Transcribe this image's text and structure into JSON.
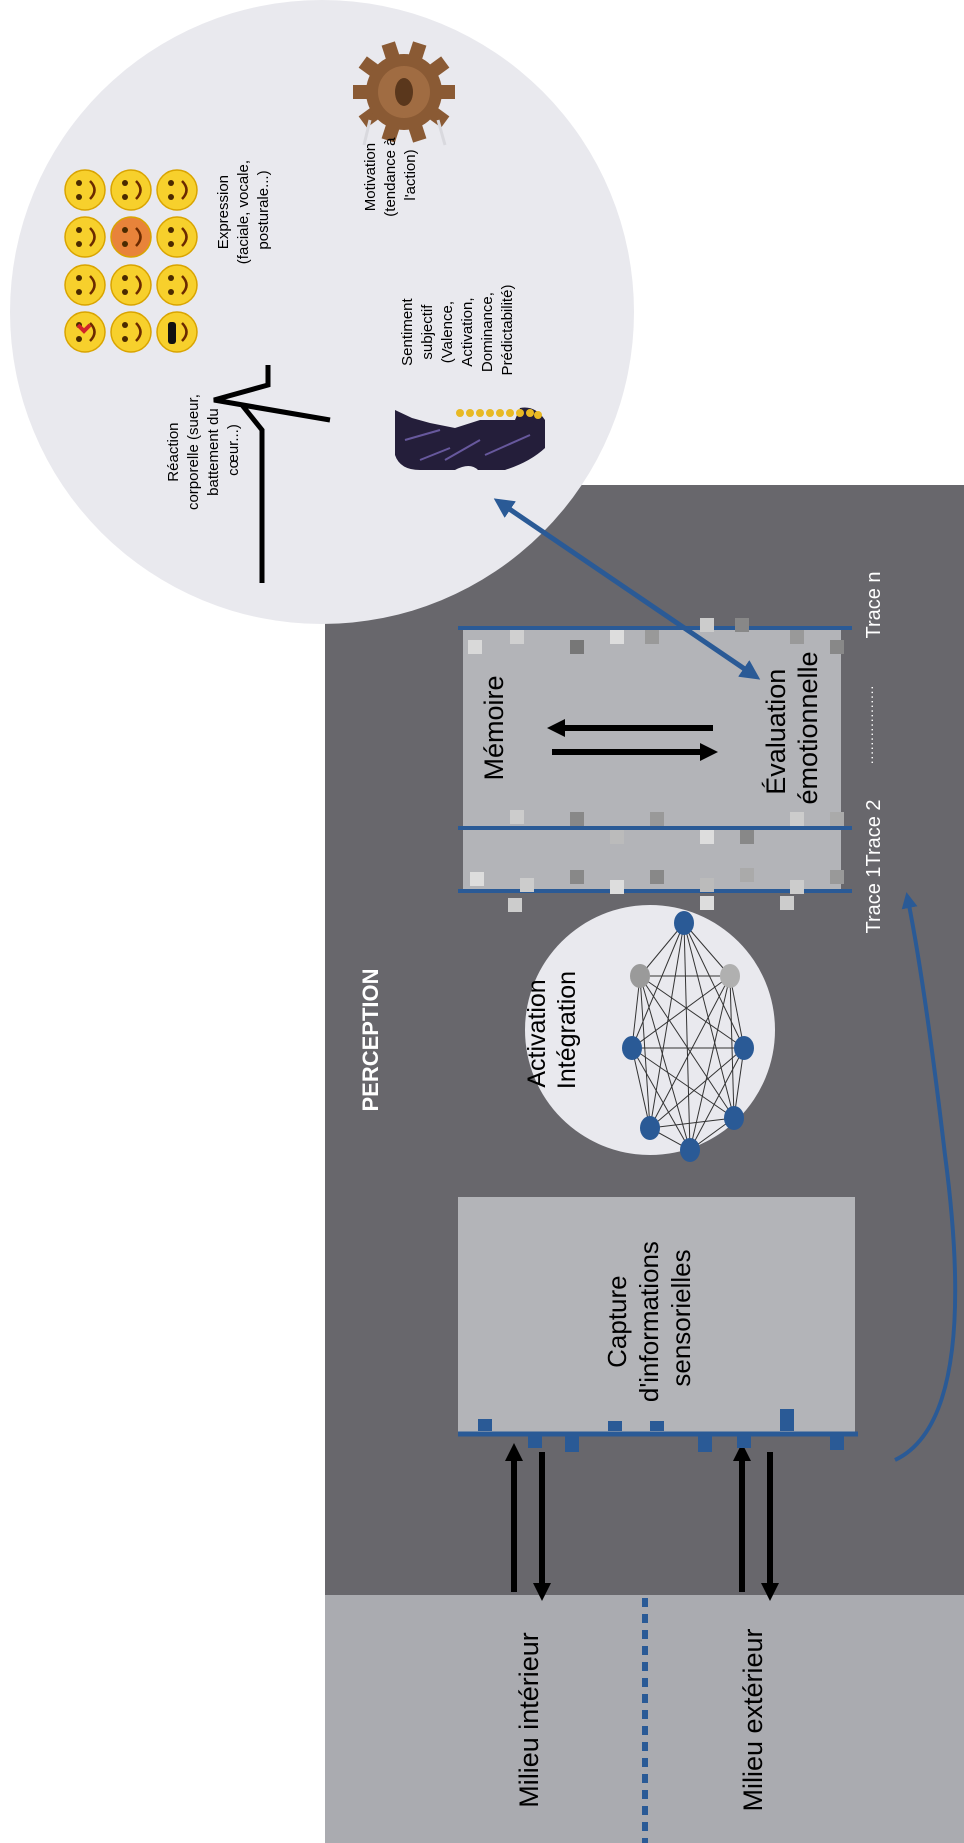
{
  "perception_title": "PERCEPTION",
  "environment": {
    "inner": "Milieu intérieur",
    "outer": "Milieu extérieur"
  },
  "capture_box": {
    "lines": [
      "Capture",
      "d'informations",
      "sensorielles"
    ]
  },
  "network_circle": {
    "lines": [
      "Activation",
      "Intégration"
    ]
  },
  "memory_box": {
    "title": "Mémoire",
    "evaluation_lines": [
      "Évaluation",
      "émotionnelle"
    ]
  },
  "traces": {
    "trace1": "Trace 1",
    "trace2": "Trace 2",
    "dots": "·················",
    "traceN": "Trace n"
  },
  "emotion_components": {
    "body_reaction": [
      "Réaction",
      "corporelle (sueur,",
      "battement du",
      "cœur...)"
    ],
    "expression": [
      "Expression",
      "(faciale, vocale,",
      "posturale...)"
    ],
    "feeling": [
      "Sentiment",
      "subjectif",
      "(Valence,",
      "Activation,",
      "Dominance,",
      "Prédictabilité)"
    ],
    "motivation": [
      "Motivation",
      "(tendance à",
      "l'action)"
    ]
  },
  "colors": {
    "dark_panel": "#68676c",
    "light_panel": "#aaabb0",
    "box": "#b3b4b8",
    "circle": "#e9e9ee",
    "accent_blue": "#2a5a96",
    "node_gray": "#9a9a9a"
  }
}
